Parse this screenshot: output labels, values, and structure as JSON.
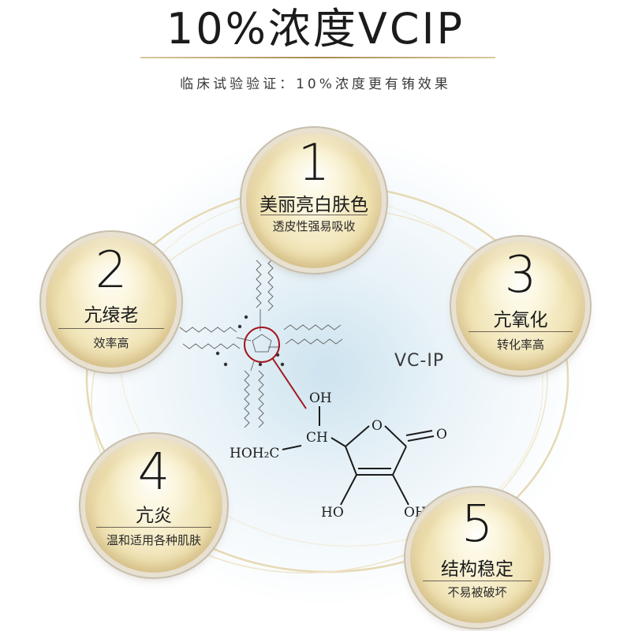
{
  "header": {
    "title": "10%浓度VCIP",
    "subtitle": "临床试验验证：10%浓度更有铕效果"
  },
  "diagram": {
    "compound_label": "VC-IP",
    "atoms": {
      "oh_top": "OH",
      "ch": "CH",
      "o_ring": "O",
      "o_carbonyl": "O",
      "hoh2c": "HOH₂C",
      "ho_left": "HO",
      "oh_right": "OH"
    }
  },
  "bubbles": [
    {
      "number": "1",
      "title": "美丽亮白肤色",
      "subtitle": "透皮性强易吸收"
    },
    {
      "number": "2",
      "title": "亢缞老",
      "subtitle": "效率高"
    },
    {
      "number": "3",
      "title": "亢氧化",
      "subtitle": "转化率高"
    },
    {
      "number": "4",
      "title": "亢炎",
      "subtitle": "温和适用各种肌肤"
    },
    {
      "number": "5",
      "title": "结构稳定",
      "subtitle": "不易被破坏"
    }
  ],
  "colors": {
    "accent_line": "#a8894f",
    "pointer_red": "#a3161c"
  }
}
